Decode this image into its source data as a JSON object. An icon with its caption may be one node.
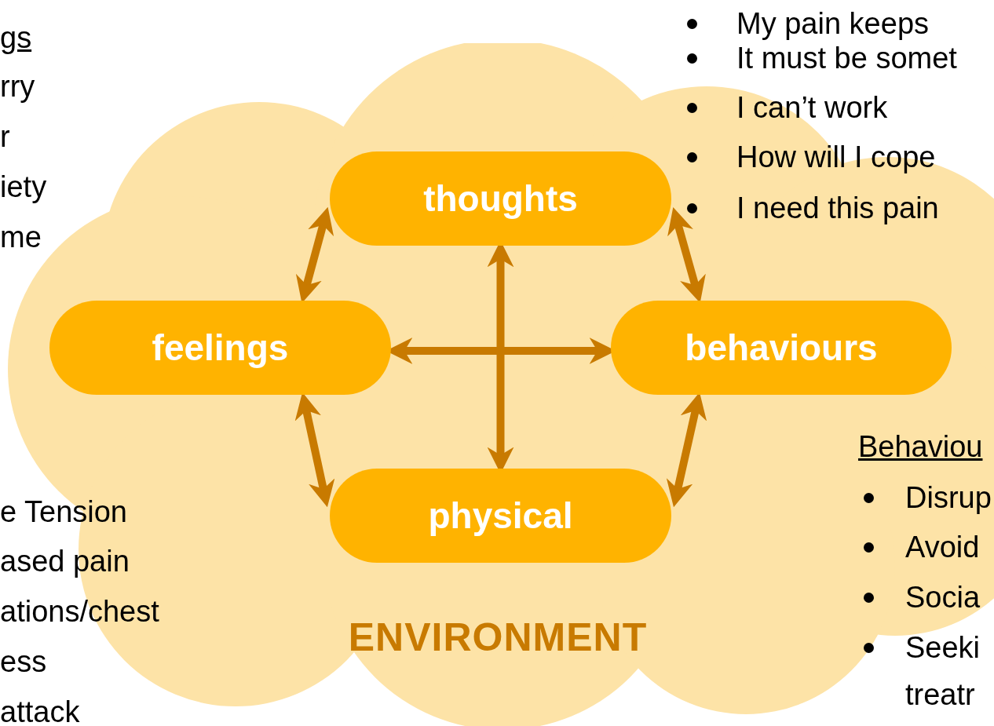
{
  "diagram": {
    "nodes": [
      {
        "text": [
          "ENVIRONMENT"
        ]
      },
      {
        "text": [
          "thoughts"
        ],
        "in": 0
      },
      {
        "text": [
          "feelings"
        ],
        "in": 0
      },
      {
        "text": [
          "behaviours"
        ],
        "in": 0
      },
      {
        "text": [
          "physical"
        ],
        "in": 0
      }
    ],
    "edges": [
      {
        "from": 1,
        "to": 2,
        "arrow": "both"
      },
      {
        "from": 1,
        "to": 3,
        "arrow": "both"
      },
      {
        "from": 2,
        "to": 4,
        "arrow": "both"
      },
      {
        "from": 3,
        "to": 4,
        "arrow": "both"
      },
      {
        "from": 1,
        "to": 4,
        "arrow": "both"
      },
      {
        "from": 2,
        "to": 3,
        "arrow": "both"
      }
    ],
    "labels": [
      "gs",
      "rry",
      "r",
      "iety",
      "me",
      "My pain keeps",
      "It must be somet",
      "I can’t work",
      "How will I cope",
      "I need this pain",
      "e Tension",
      "ased pain",
      "ations/chest",
      "ess",
      "attack",
      "Behaviou",
      "Disrup",
      "Avoid",
      "Socia",
      "Seeki treatr"
    ]
  }
}
